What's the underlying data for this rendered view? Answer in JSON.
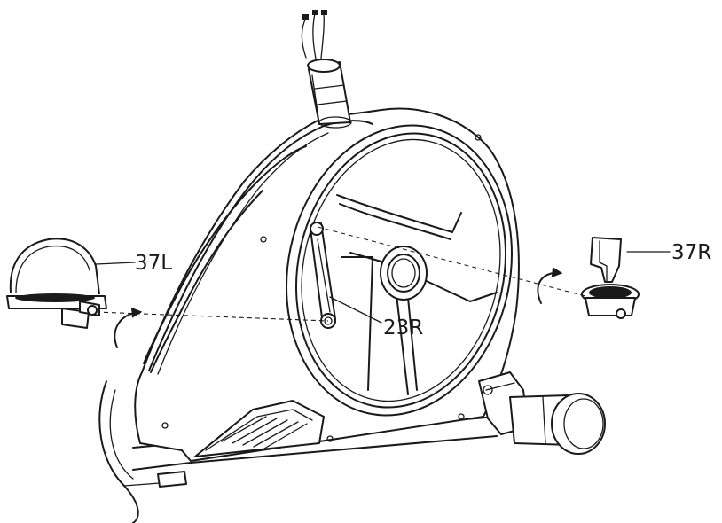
{
  "callouts": {
    "pedal_left": "37L",
    "pedal_right": "37R",
    "crank_arm": "23R"
  }
}
